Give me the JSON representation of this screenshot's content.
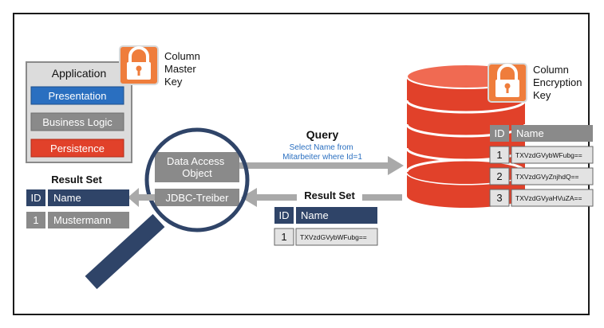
{
  "application": {
    "title": "Application",
    "layers": [
      "Presentation",
      "Business Logic",
      "Persistence"
    ]
  },
  "master_key": {
    "label_lines": [
      "Column",
      "Master",
      "Key"
    ]
  },
  "encryption_key": {
    "label_lines": [
      "Column",
      "Encryption",
      "Key"
    ]
  },
  "driver": {
    "dao_lines": [
      "Data Access",
      "Object"
    ],
    "jdbc": "JDBC-Treiber"
  },
  "query": {
    "label": "Query",
    "sql_lines": [
      "Select Name from",
      "Mitarbeiter where Id=1"
    ]
  },
  "result_set_label": "Result Set",
  "db_table": {
    "headers": [
      "ID",
      "Name"
    ],
    "rows": [
      [
        "1",
        "TXVzdGVybWFubg=="
      ],
      [
        "2",
        "TXVzdGVyZnjhdQ=="
      ],
      [
        "3",
        "TXVzdGVyaHVuZA=="
      ]
    ]
  },
  "transit_table": {
    "headers": [
      "ID",
      "Name"
    ],
    "rows": [
      [
        "1",
        "TXVzdGVybWFubg=="
      ]
    ]
  },
  "client_result": {
    "label": "Result Set",
    "headers": [
      "ID",
      "Name"
    ],
    "rows": [
      [
        "1",
        "Mustermann"
      ]
    ]
  },
  "colors": {
    "lock_orange": "#ef7d3c",
    "db_red": "#e1412a",
    "navy": "#2f4468",
    "blue": "#2a6fc0",
    "gray": "#8a8a8a",
    "arrow_gray": "#a9a9a9"
  }
}
